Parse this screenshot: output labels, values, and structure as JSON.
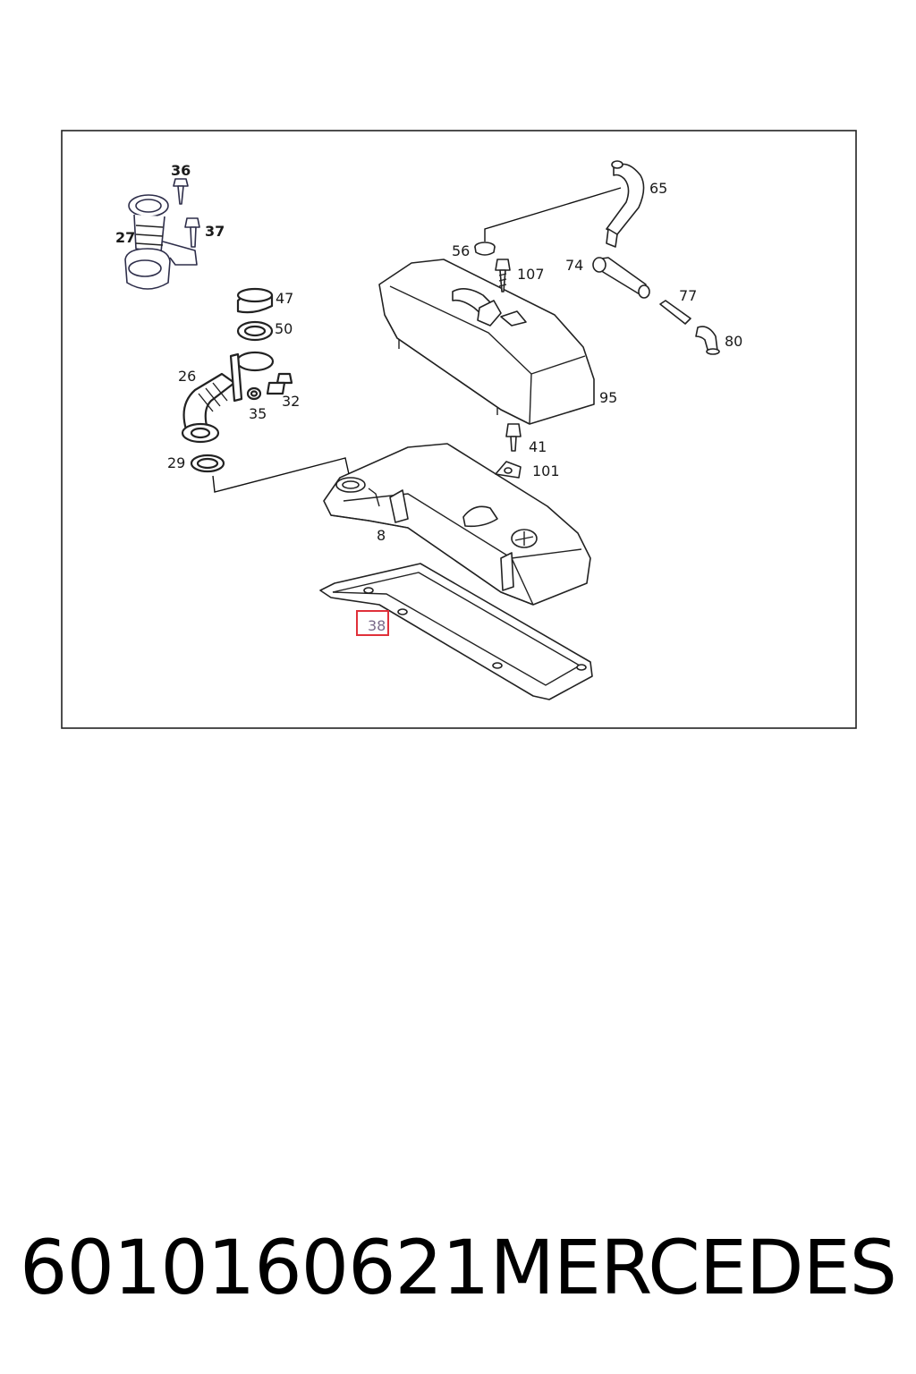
{
  "diagram": {
    "callouts": {
      "c36": "36",
      "c27": "27",
      "c37": "37",
      "c47": "47",
      "c50": "50",
      "c26": "26",
      "c32": "32",
      "c35": "35",
      "c29": "29",
      "c56": "56",
      "c107": "107",
      "c65": "65",
      "c74": "74",
      "c77": "77",
      "c80": "80",
      "c95": "95",
      "c41": "41",
      "c101": "101",
      "c8": "8",
      "c38": "38"
    },
    "highlight_color": "#e0303a"
  },
  "caption": {
    "part_number": "6010160621",
    "brand": "MERCEDES"
  }
}
